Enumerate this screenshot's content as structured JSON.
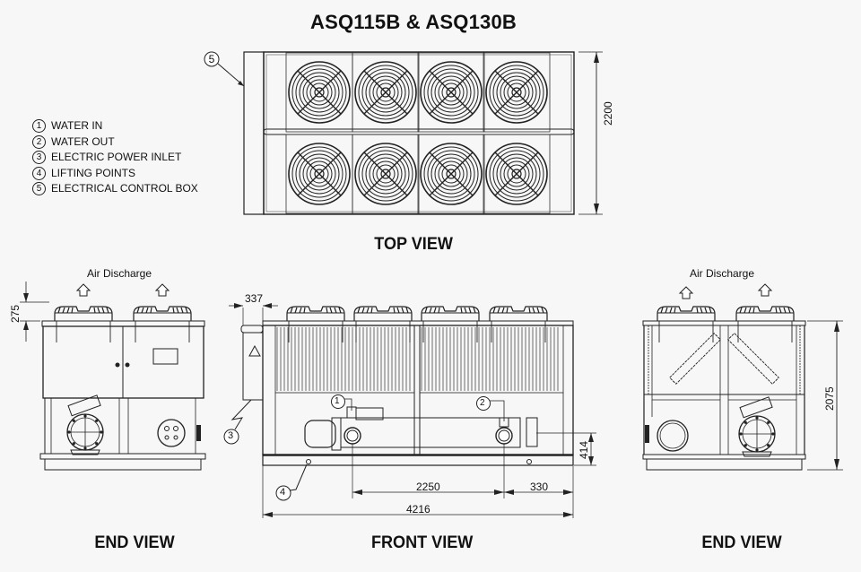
{
  "title": "ASQ115B & ASQ130B",
  "legend": {
    "items": [
      {
        "num": "1",
        "label": "WATER IN"
      },
      {
        "num": "2",
        "label": "WATER OUT"
      },
      {
        "num": "3",
        "label": "ELECTRIC POWER INLET"
      },
      {
        "num": "4",
        "label": "LIFTING POINTS"
      },
      {
        "num": "5",
        "label": "ELECTRICAL CONTROL BOX"
      }
    ]
  },
  "views": {
    "top": {
      "label": "TOP VIEW",
      "dimension_height": "2200",
      "callout": "5"
    },
    "end_left": {
      "label": "END VIEW",
      "air_label": "Air Discharge",
      "dimension_fan": "275"
    },
    "front": {
      "label": "FRONT VIEW",
      "dim_box": "337",
      "dim_2250": "2250",
      "dim_330": "330",
      "dim_4216": "4216",
      "dim_414": "414",
      "callouts": [
        "1",
        "2",
        "3",
        "4"
      ]
    },
    "end_right": {
      "label": "END VIEW",
      "air_label": "Air Discharge",
      "dimension_height": "2075"
    }
  },
  "colors": {
    "line": "#222222",
    "background": "#f7f7f7"
  }
}
